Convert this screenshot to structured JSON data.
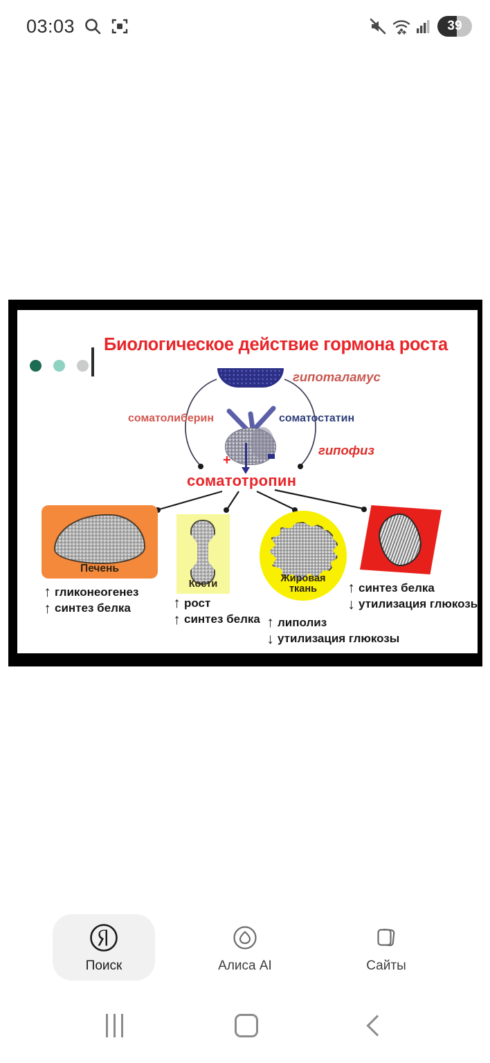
{
  "status_bar": {
    "time": "03:03",
    "icons_left": [
      "search-icon",
      "screenshot-capture-icon"
    ],
    "icons_right": [
      "mute-icon",
      "wifi-icon",
      "cellular-signal-icon"
    ],
    "battery_percent": "39"
  },
  "slide": {
    "title": "Биологическое действие гормона роста",
    "title_color": "#e8262a",
    "dots": [
      "#1d6b52",
      "#8fd2c2",
      "#c9cccb"
    ],
    "labels": {
      "hypothalamus": "гипоталамус",
      "hypophysis": "гипофиз",
      "somatoliberin": "соматолиберин",
      "somatostatin": "соматостатин",
      "somatotropin": "соматотропин",
      "plus_sign": "+",
      "minus_sign": "-"
    },
    "organs": [
      {
        "name": "Печень",
        "bg_color": "#f4893c",
        "effects": [
          {
            "arrow": "↑",
            "text": "гликонеогенез"
          },
          {
            "arrow": "↑",
            "text": "синтез белка"
          }
        ]
      },
      {
        "name": "Кости",
        "bg_color": "#f7f79b",
        "effects": [
          {
            "arrow": "↑",
            "text": "рост"
          },
          {
            "arrow": "↑",
            "text": "синтез белка"
          }
        ]
      },
      {
        "name": "Жировая ткань",
        "name_line1": "Жировая",
        "name_line2": "ткань",
        "bg_color": "#f8f000",
        "effects": [
          {
            "arrow": "↑",
            "text": "липолиз"
          },
          {
            "arrow": "↓",
            "text": "утилизация глюкозы"
          }
        ]
      },
      {
        "name": "",
        "bg_color": "#e8201c",
        "effects": [
          {
            "arrow": "↑",
            "text": "синтез белка"
          },
          {
            "arrow": "↓",
            "text": "утилизация глюкозы"
          }
        ]
      }
    ]
  },
  "bottom_nav": {
    "items": [
      {
        "label": "Поиск",
        "icon": "yandex-logo-icon",
        "active": true
      },
      {
        "label": "Алиса AI",
        "icon": "alice-assistant-icon",
        "active": false
      },
      {
        "label": "Сайты",
        "icon": "tabs-stack-icon",
        "active": false
      }
    ]
  },
  "android_nav": {
    "items": [
      "recents-icon",
      "home-icon",
      "back-icon"
    ]
  }
}
